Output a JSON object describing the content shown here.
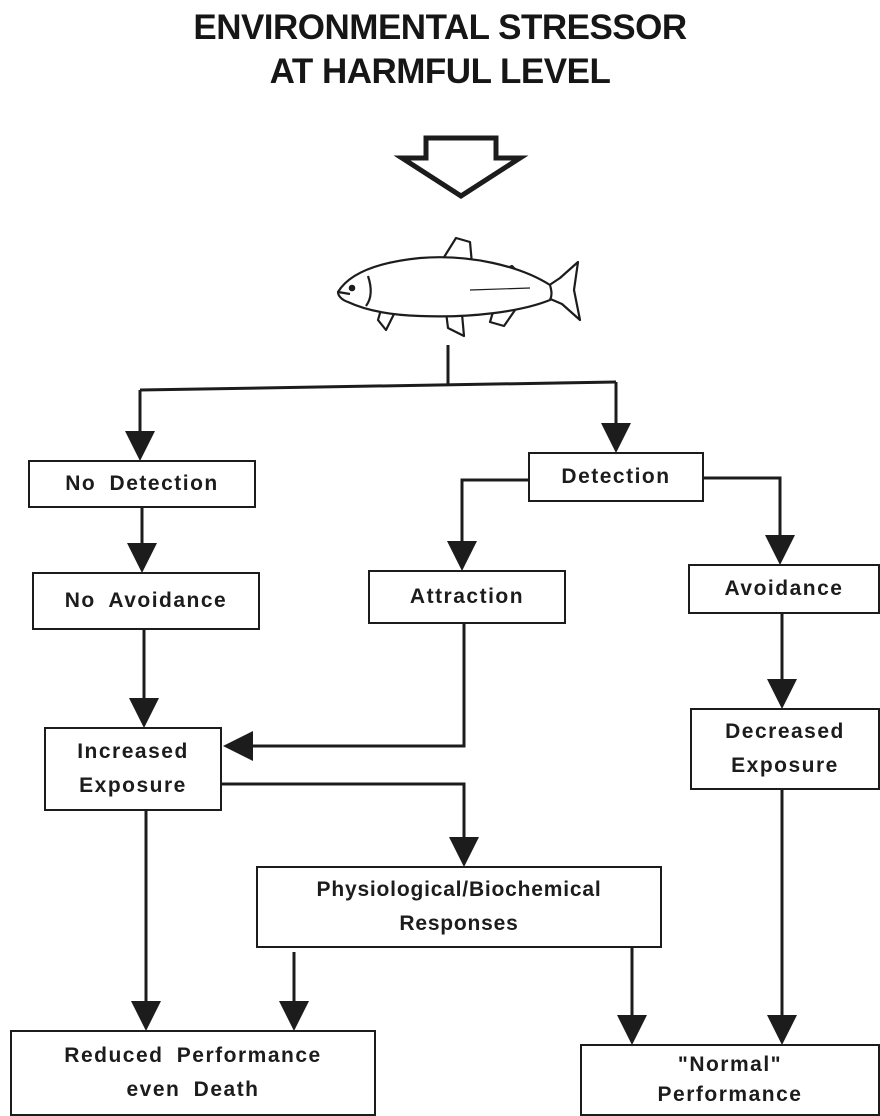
{
  "title": {
    "line1": "ENVIRONMENTAL STRESSOR",
    "line2": "AT HARMFUL LEVEL"
  },
  "icons": {
    "down_arrow": "hollow-down-arrow-icon",
    "organism": "fish-icon"
  },
  "nodes": {
    "no_detection": {
      "label": "No Detection"
    },
    "detection": {
      "label": "Detection"
    },
    "no_avoidance": {
      "label": "No Avoidance"
    },
    "attraction": {
      "label": "Attraction"
    },
    "avoidance": {
      "label": "Avoidance"
    },
    "increased_exposure": {
      "line1": "Increased",
      "line2": "Exposure"
    },
    "decreased_exposure": {
      "line1": "Decreased",
      "line2": "Exposure"
    },
    "physiological": {
      "line1": "Physiological/Biochemical",
      "line2": "Responses"
    },
    "reduced_performance": {
      "line1": "Reduced Performance",
      "line2": "even Death"
    },
    "normal_performance": {
      "line1": "\"Normal\"",
      "line2": "Performance"
    }
  },
  "colors": {
    "ink": "#1c1c1c",
    "background": "#ffffff"
  }
}
